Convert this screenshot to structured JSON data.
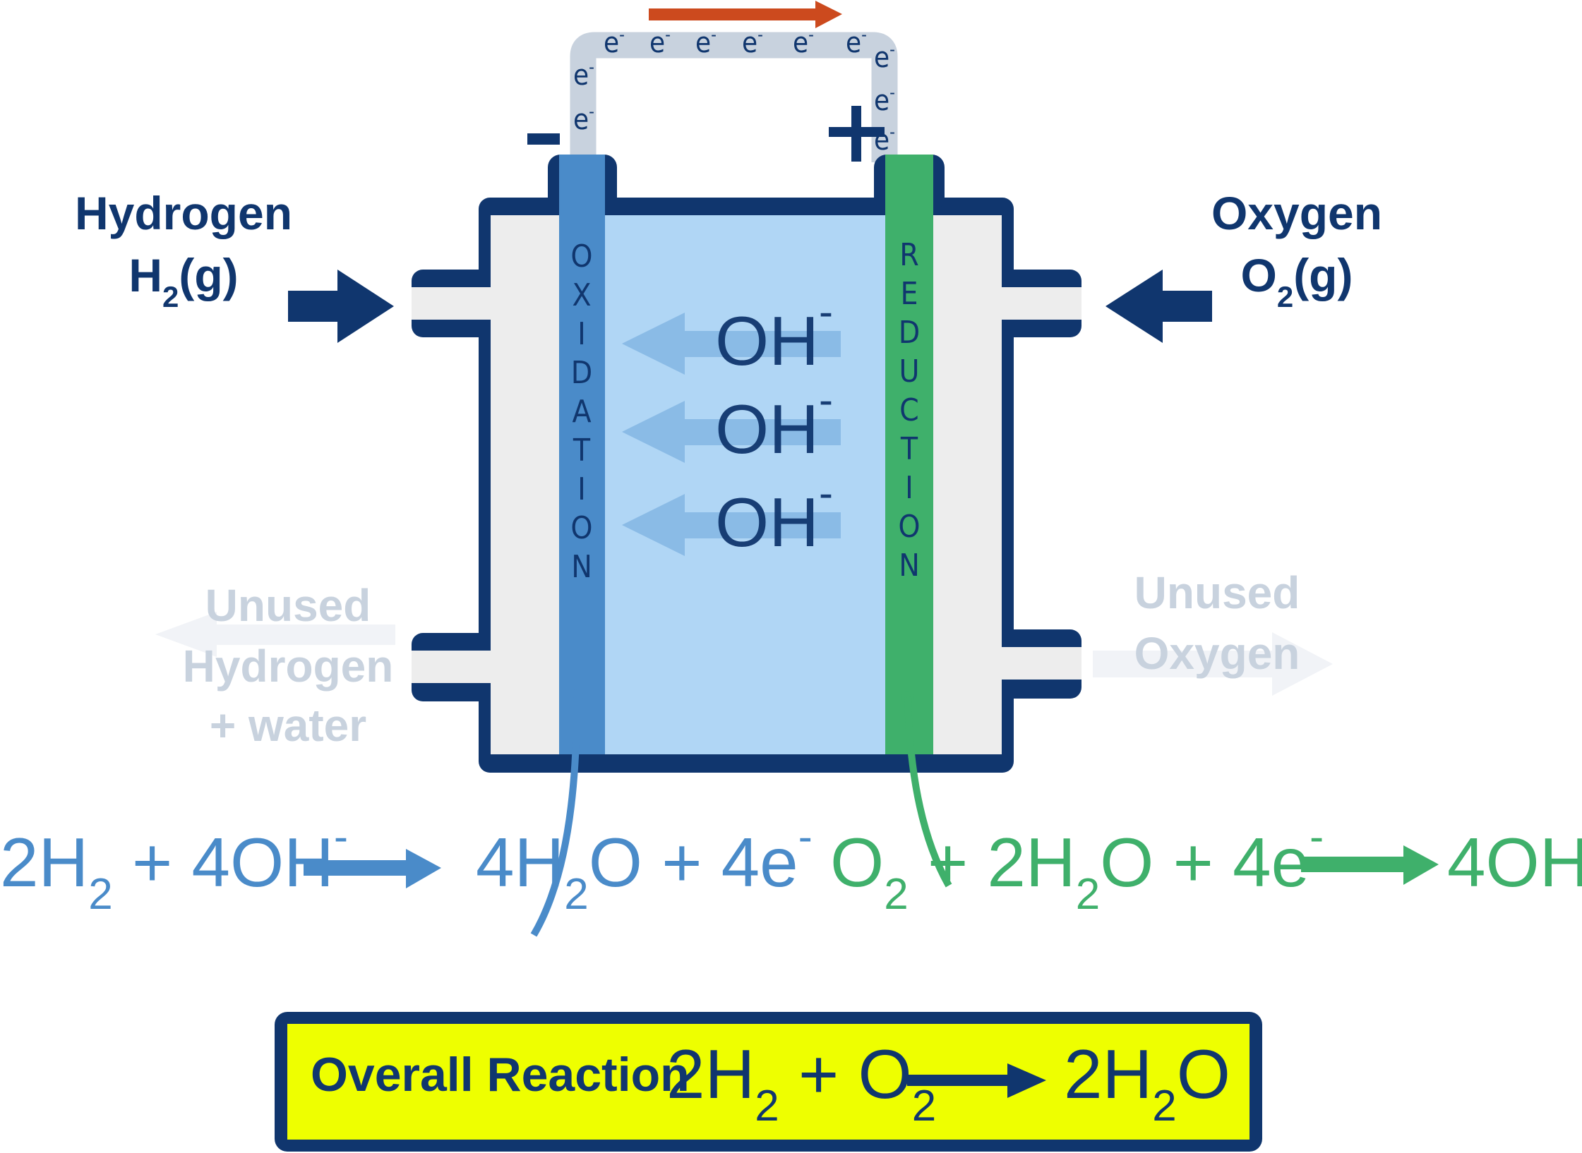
{
  "title": "Alkaline hydrogen fuel cell",
  "colors": {
    "navy": "#10366e",
    "anode": "#4a8bc9",
    "cathode": "#3fb06b",
    "electrolyte": "#b0d6f5",
    "chamber": "#ededed",
    "wire": "#c8d2de",
    "faded_text": "#c8d2de",
    "faded_arrow": "#f1f3f7",
    "electron_flow": "#cc4a1e",
    "overall_box": "#eeff00"
  },
  "circuit": {
    "electron_symbol": "e",
    "electron_charge": "-",
    "negative_terminal": "−",
    "positive_terminal": "+",
    "electron_flow_direction": "left-to-right"
  },
  "inputs": {
    "hydrogen": {
      "name": "Hydrogen",
      "formula_main": "H",
      "formula_sub": "2",
      "formula_state": "(g)"
    },
    "oxygen": {
      "name": "Oxygen",
      "formula_main": "O",
      "formula_sub": "2",
      "formula_state": "(g)"
    }
  },
  "outputs": {
    "anode_side": {
      "lines": [
        "Unused",
        "Hydrogen",
        "+ water"
      ]
    },
    "cathode_side": {
      "lines": [
        "Unused",
        "Oxygen"
      ]
    }
  },
  "electrodes": {
    "anode_label": "OXIDATION",
    "cathode_label": "REDUCTION"
  },
  "electrolyte": {
    "ion": "OH",
    "ion_charge": "-",
    "ion_count_shown": 3,
    "ion_direction": "cathode-to-anode"
  },
  "equations": {
    "anode": {
      "parts": [
        "2H",
        "2",
        " + 4OH",
        "-",
        "4H",
        "2",
        "O + 4e",
        "-"
      ],
      "text": "2H2 + 4OH- → 4H2O + 4e-"
    },
    "cathode": {
      "parts": [
        "O",
        "2",
        " + 2H",
        "2",
        "O  +  4e",
        "-",
        "4OH",
        "-"
      ],
      "text": "O2 + 2H2O + 4e- → 4OH-"
    }
  },
  "overall": {
    "label": "Overall Reaction",
    "parts": [
      "2H",
      "2",
      " + O",
      "2",
      "2H",
      "2",
      "O"
    ],
    "text": "2H2 + O2 → 2H2O"
  }
}
